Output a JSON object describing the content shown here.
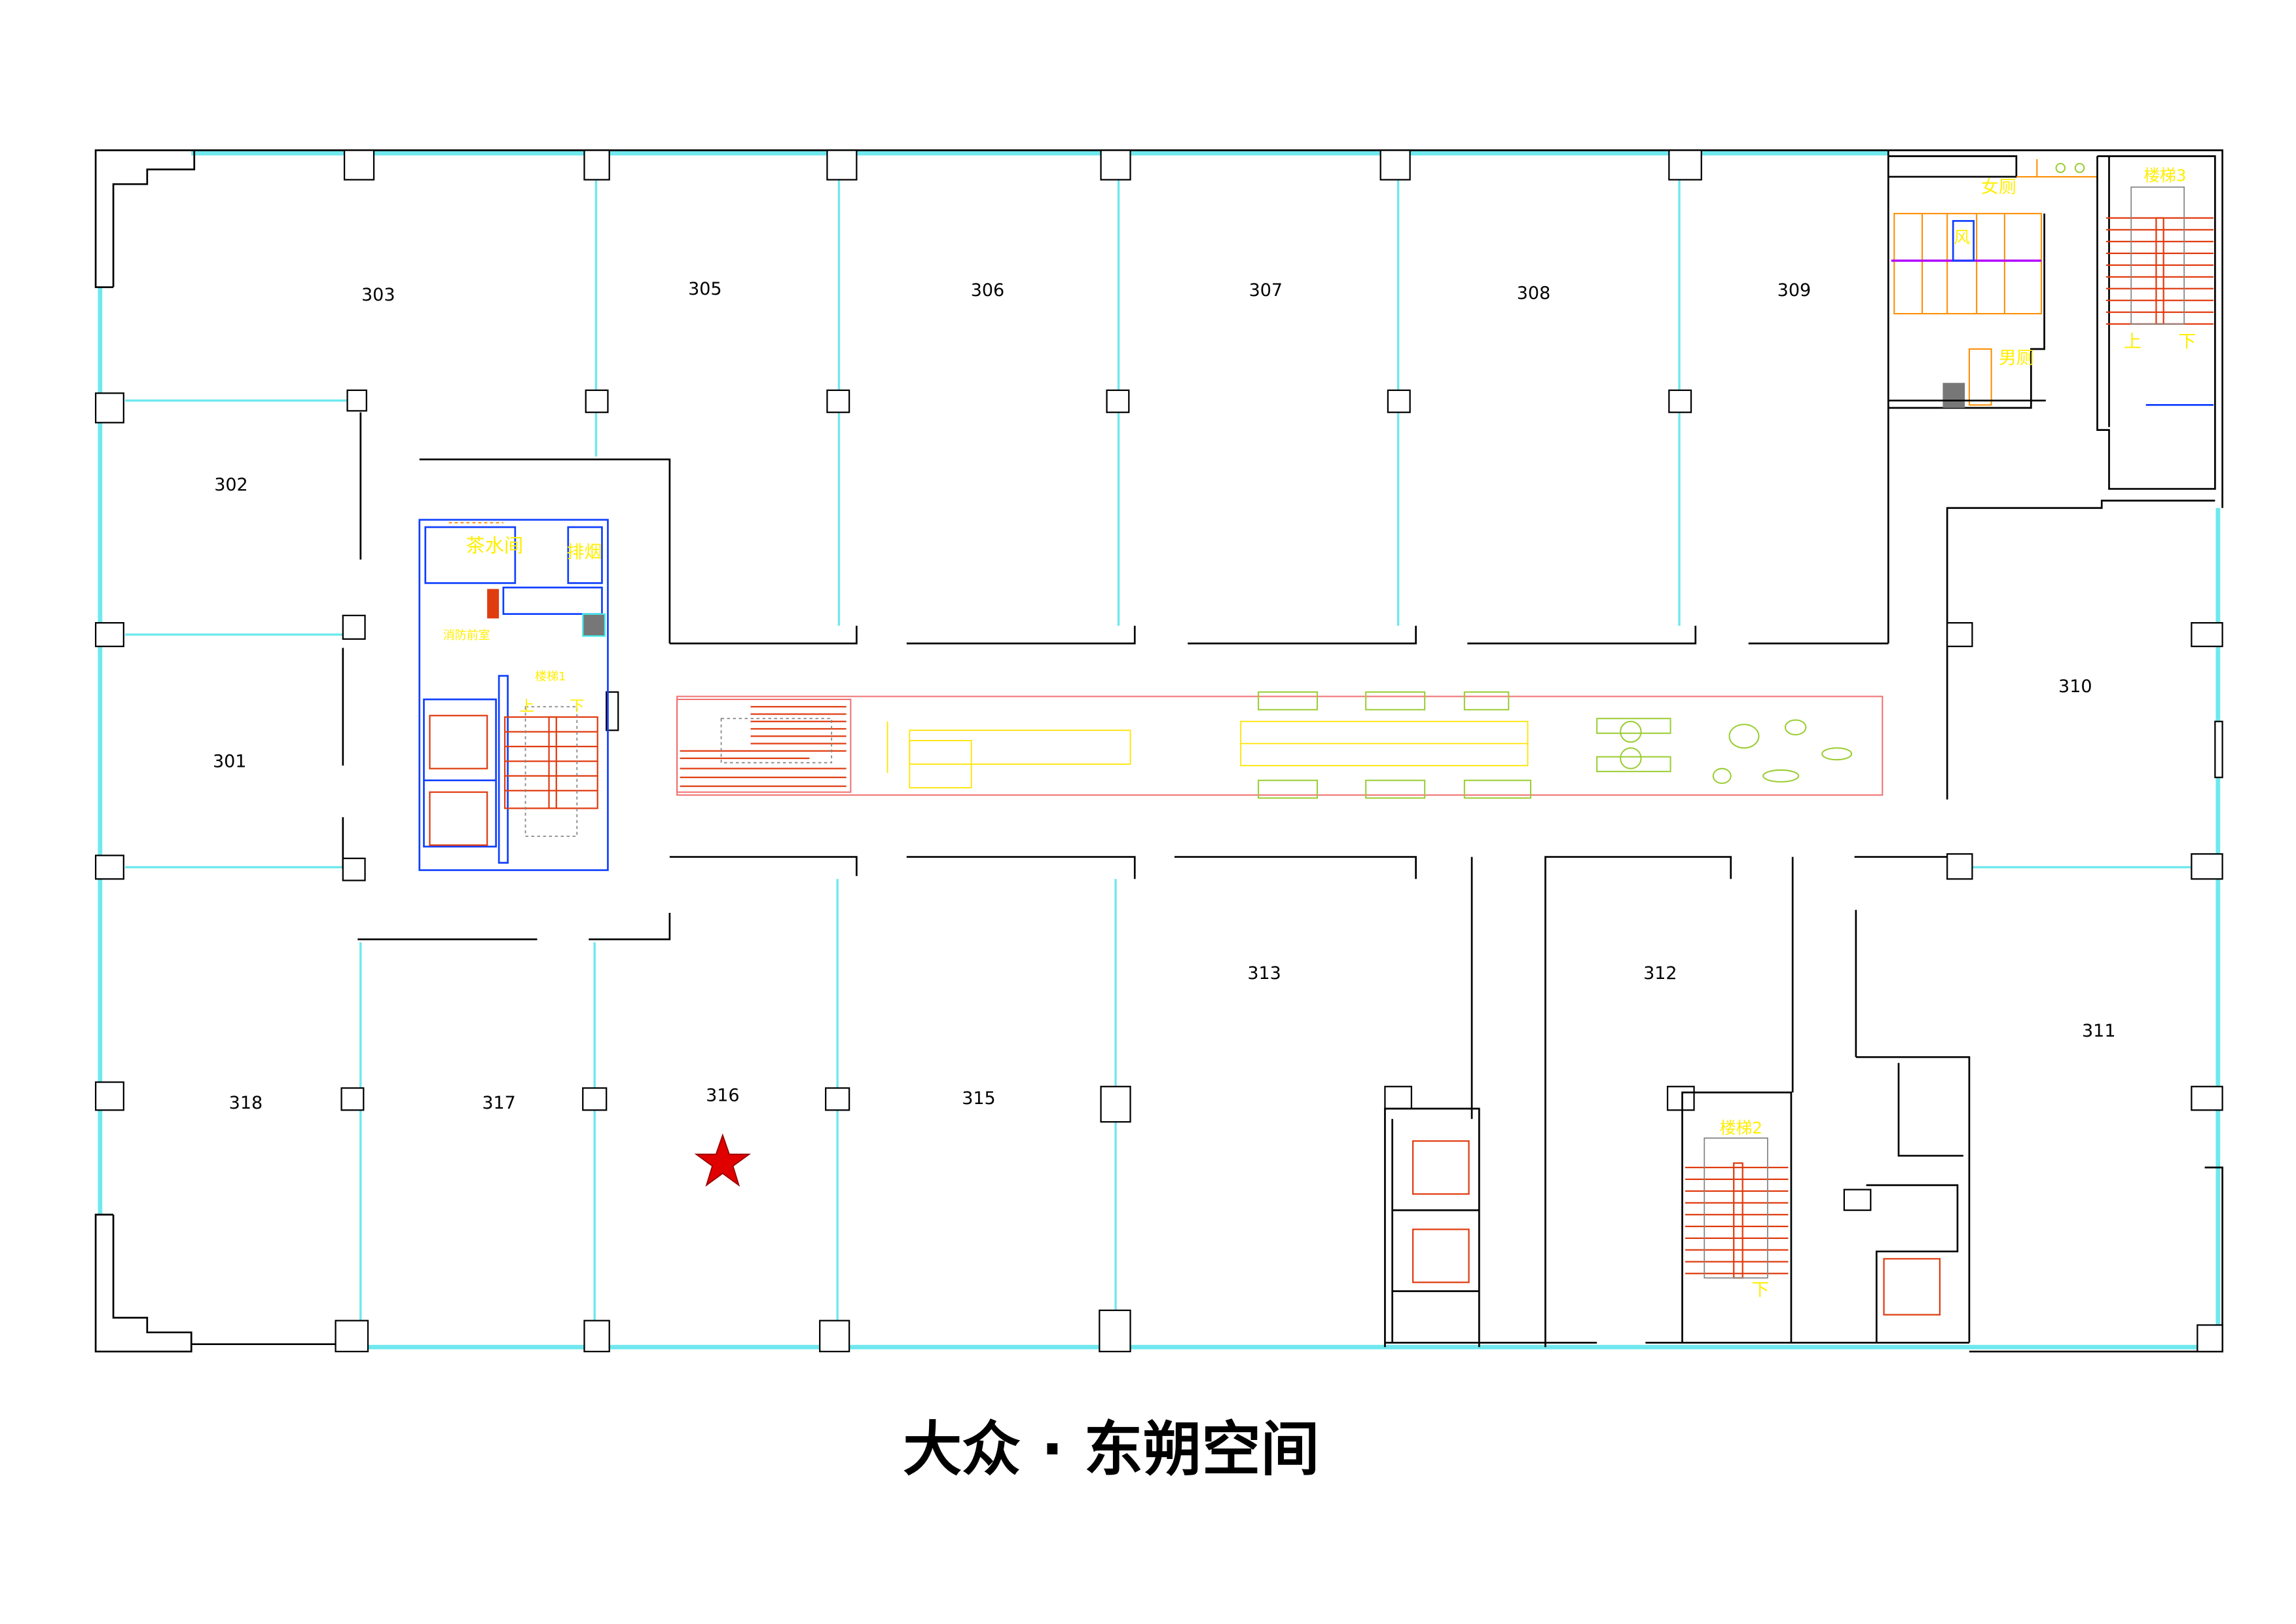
{
  "title": "大众 · 东朔空间",
  "rooms": {
    "r301": "301",
    "r302": "302",
    "r303": "303",
    "r305": "305",
    "r306": "306",
    "r307": "307",
    "r308": "308",
    "r309": "309",
    "r310": "310",
    "r311": "311",
    "r312": "312",
    "r313": "313",
    "r315": "315",
    "r316": "316",
    "r317": "317",
    "r318": "318"
  },
  "facilities": {
    "tea_room": "茶水间",
    "smoke_exhaust": "排烟",
    "fire_lobby": "消防前室",
    "stair1": "楼梯1",
    "stair2": "楼梯2",
    "stair3": "楼梯3",
    "womens_toilet": "女厕",
    "mens_toilet": "男厕",
    "wind": "风",
    "up": "上",
    "down": "下"
  },
  "marker": {
    "icon": "star-icon",
    "room": "316",
    "color": "#e00000"
  },
  "colors": {
    "glass": "#6fe8ee",
    "stairs": "#e03c10",
    "core": "#1040ff",
    "labels": "#ffee00"
  }
}
